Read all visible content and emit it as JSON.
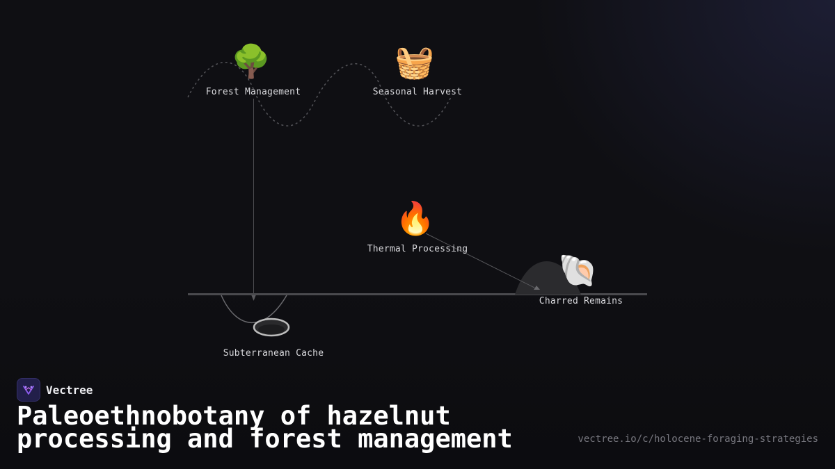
{
  "nodes": {
    "forest": {
      "label": "Forest Management",
      "icon": "deciduous-tree-icon",
      "glyph": "🌳"
    },
    "harvest": {
      "label": "Seasonal Harvest",
      "icon": "basket-icon",
      "glyph": "🧺"
    },
    "thermal": {
      "label": "Thermal Processing",
      "icon": "fire-icon",
      "glyph": "🔥"
    },
    "remains": {
      "label": "Charred Remains",
      "icon": "shell-icon",
      "glyph": "🐚"
    },
    "cache": {
      "label": "Subterranean Cache",
      "icon": "pit-icon"
    }
  },
  "brand": {
    "name": "Vectree",
    "logo": "vectree-logo-icon",
    "accent": "#8e5cf0"
  },
  "title": "Paleoethnobotany of hazelnut processing and forest management",
  "url": "vectree.io/c/holocene-foraging-strategies",
  "colors": {
    "background": "#0f0f13",
    "line": "#5a5a5e",
    "ground": "#4a4a4e"
  }
}
